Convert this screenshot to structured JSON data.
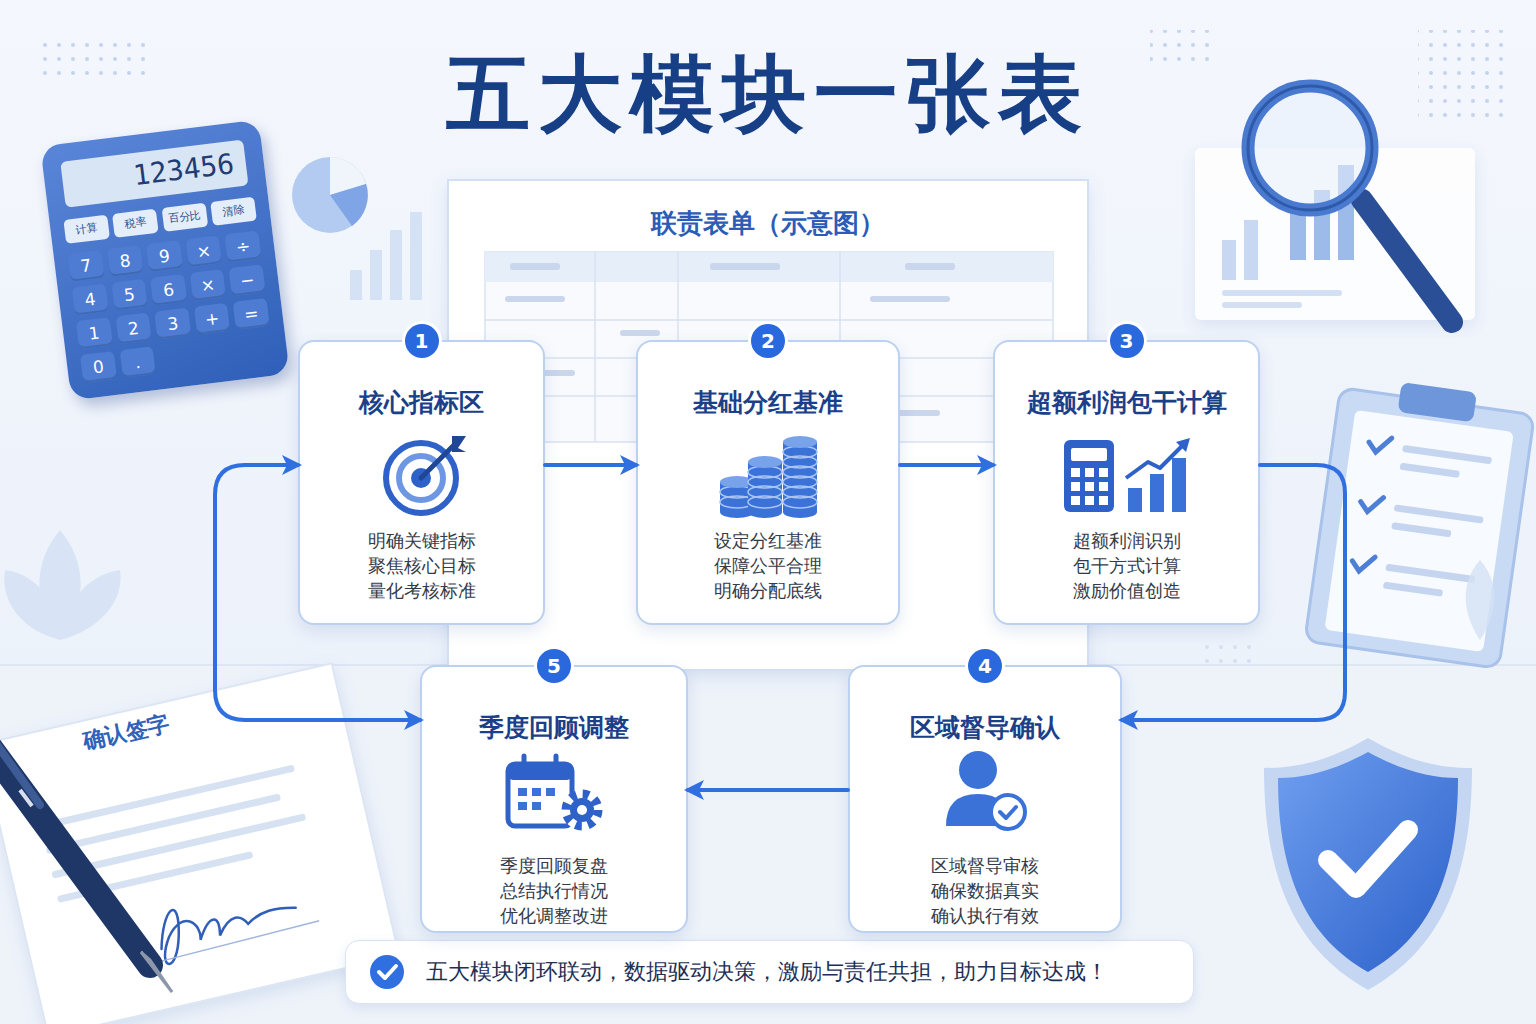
{
  "diagram": {
    "title": "五大模块一张表",
    "caption": "五大模块闭环联动，数据驱动决策，激励与责任共担，助力目标达成！",
    "nodes": [
      {
        "text": [
          "1",
          "核心指标区",
          "明确关键指标 聚焦核心目标 量化考核标准"
        ]
      },
      {
        "text": [
          "2",
          "基础分红基准",
          "设定分红基准 保障公平合理 明确分配底线"
        ]
      },
      {
        "text": [
          "3",
          "超额利润包干计算",
          "超额利润识别 包干方式计算 激励价值创造"
        ]
      },
      {
        "text": [
          "4",
          "区域督导确认",
          "区域督导审核 确保数据真实 确认执行有效"
        ]
      },
      {
        "text": [
          "5",
          "季度回顾调整",
          "季度回顾复盘 总结执行情况 优化调整改进"
        ]
      }
    ],
    "edges": [
      {
        "from": 0,
        "to": 1,
        "arrow": "to"
      },
      {
        "from": 1,
        "to": 2,
        "arrow": "to"
      },
      {
        "from": 2,
        "to": 3,
        "arrow": "to"
      },
      {
        "from": 3,
        "to": 4,
        "arrow": "to"
      },
      {
        "from": 4,
        "to": 0,
        "arrow": "both"
      }
    ],
    "labels": [
      "联责表单（示意图）",
      "123456",
      "计算",
      "税率",
      "百分比",
      "清除",
      "7",
      "8",
      "9",
      "×",
      "÷",
      "4",
      "5",
      "6",
      "×",
      "−",
      "1",
      "2",
      "3",
      "+",
      "=",
      "0",
      ".",
      "确认签字"
    ]
  }
}
